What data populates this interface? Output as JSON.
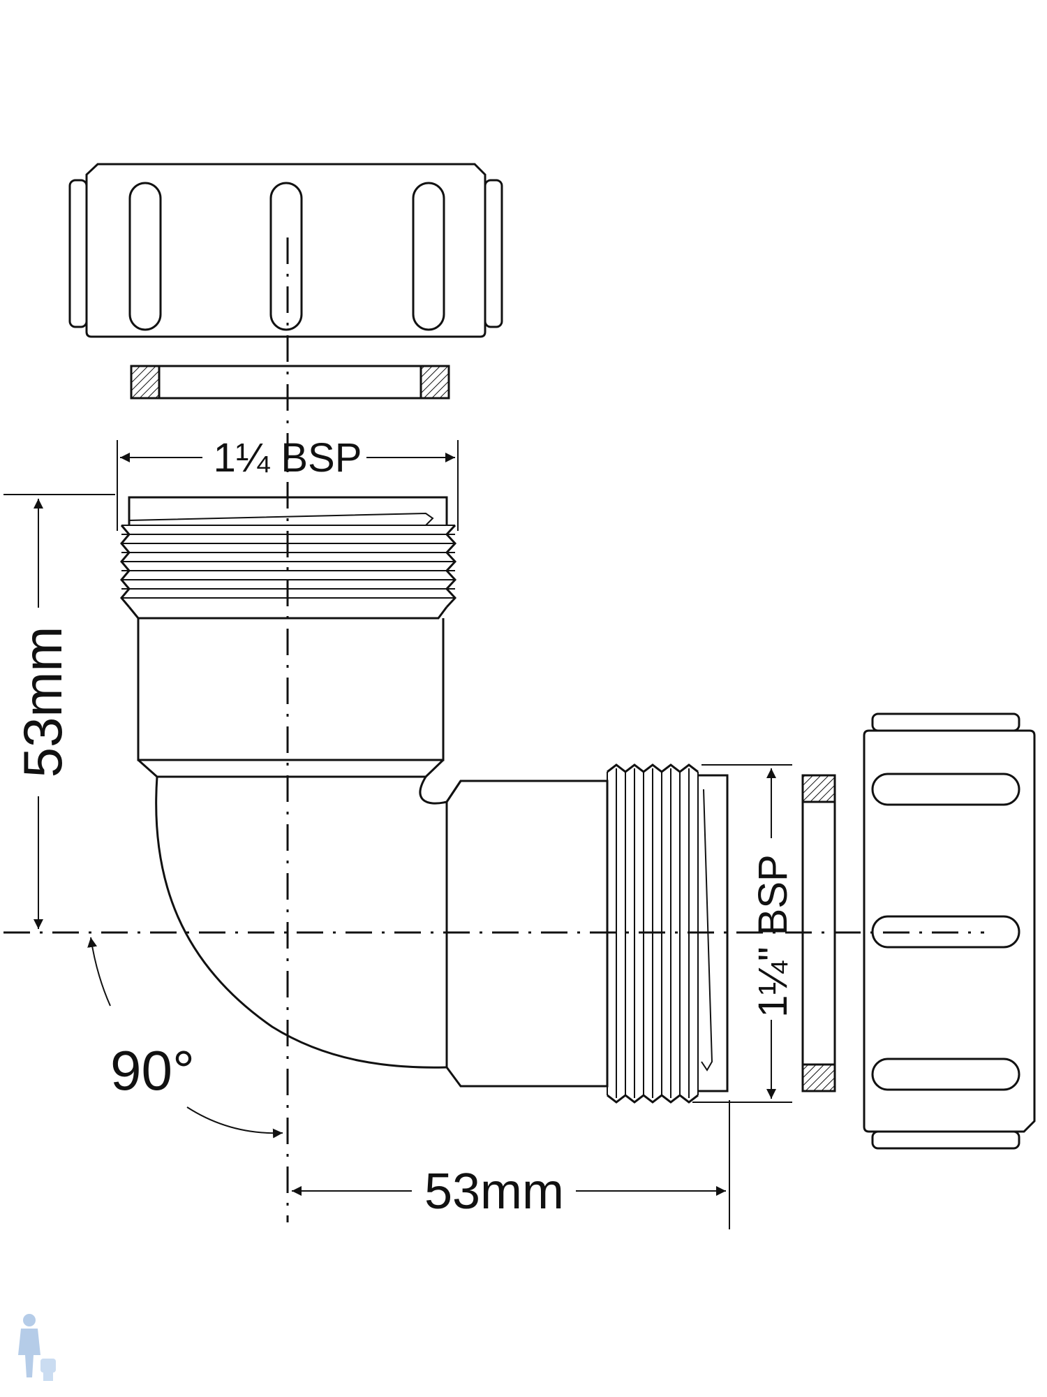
{
  "labels": {
    "top_thread": "1¼ BSP",
    "side_thread": "1¼\" BSP",
    "vertical_dim": "53mm",
    "horizontal_dim": "53mm",
    "angle": "90°"
  },
  "colors": {
    "line": "#111111",
    "background": "#ffffff",
    "hatch": "#111111"
  },
  "icons": {
    "corner_logo": "plumber-icon"
  }
}
